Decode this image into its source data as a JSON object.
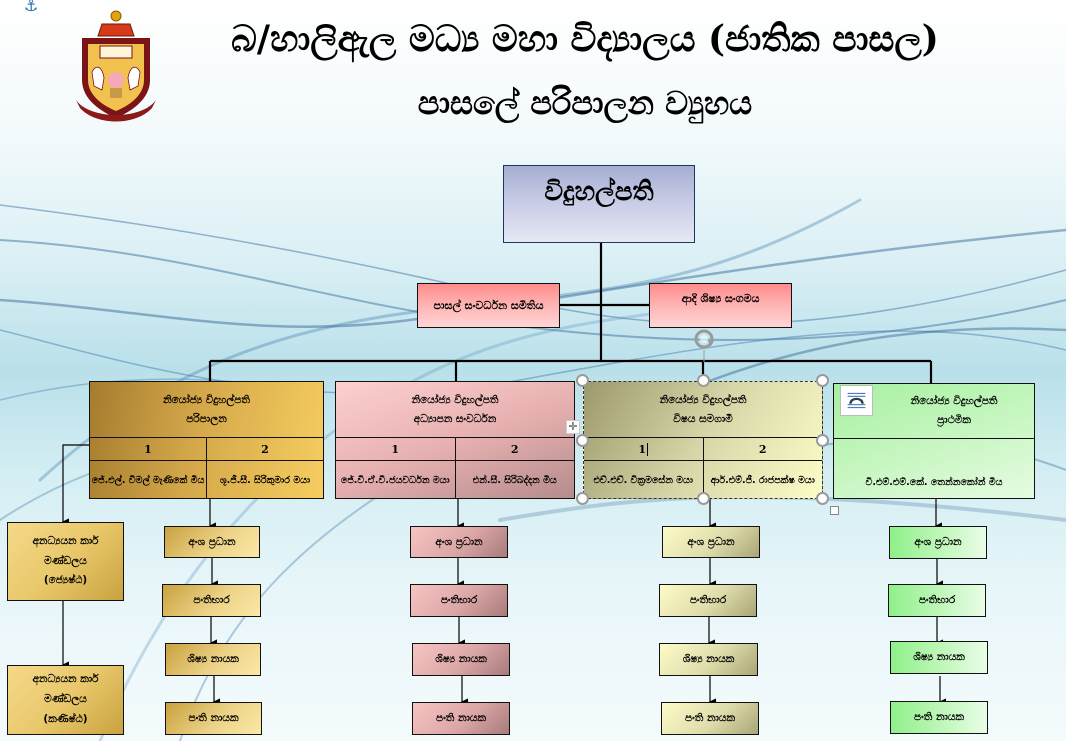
{
  "header": {
    "title": "බ/හාලිඇල මධ්‍ය මහා විද්‍යාලය (ජාතික පාසල)",
    "subtitle": "පාසලේ පරිපාලන ව්‍යුහය",
    "logo_icon": "school-crest-icon",
    "anchor_icon": "anchor-icon"
  },
  "colors": {
    "principal": "#c9cde6",
    "committee": "#ffb4b4",
    "admin": "#d4a84a",
    "academic": "#e8b1b1",
    "co_curricular": "#d7d6a8",
    "primary": "#c6f6c0",
    "connector": "#000000"
  },
  "principal": {
    "label": "විදුහල්පති"
  },
  "committees": [
    {
      "label": "පාසල් සංවර්ධන සමිතිය"
    },
    {
      "label": "ආදි ශිෂ්‍ය සංගමය"
    }
  ],
  "deputies": [
    {
      "title": "නියෝජ්‍ය විදුහල්පති",
      "section": "පරිපාලන",
      "numbers": [
        "1",
        "2"
      ],
      "names": [
        "ජේ.එල්. විමල් මැණිකේ මිය",
        "ශූ.ජී.සී. සිරිකුමාර මයා"
      ]
    },
    {
      "title": "නියෝජ්‍ය විදුහල්පති",
      "section": "අධ්‍යාපන සංවර්ධන",
      "numbers": [
        "1",
        "2"
      ],
      "names": [
        "ජේ.වී.ඒ.වී.ජයවර්ධන මයා",
        "එන්.සී. සිරිබද්දන මිය"
      ]
    },
    {
      "title": "නියෝජ්‍ය විදුහල්පති",
      "section": "විෂය සමගාමී",
      "numbers": [
        "1",
        "2"
      ],
      "names": [
        "එච්.එච්. වික්‍රමසේන මයා",
        "ආර්.එම්.ජී. රාජපක්ෂ මයා"
      ]
    },
    {
      "title": "නියෝජ්‍ය විදුහල්පති",
      "section": "ප්‍රාථමික",
      "names": [
        "වී.එම්.එම්.කේ. තෙන්නකෝන් මිය"
      ]
    }
  ],
  "hierarchy": [
    "අංශ ප්‍රධාන",
    "පංතිභාර",
    "ශිෂ්‍ය නායක",
    "පංති නායක"
  ],
  "non_academic": [
    {
      "line1": "අනධ්‍යයන කාර්",
      "line2": "මණ්ඩලය",
      "line3": "(ජ්‍යෙෂ්ඨ)"
    },
    {
      "line1": "අනධ්‍යයන කාර්",
      "line2": "මණ්ඩලය",
      "line3": "(කණිෂ්ඨ)"
    }
  ],
  "editor_ui": {
    "move_icon": "move-icon",
    "rotate_icon": "rotate-handle-icon",
    "layout_options_icon": "layout-options-icon"
  }
}
